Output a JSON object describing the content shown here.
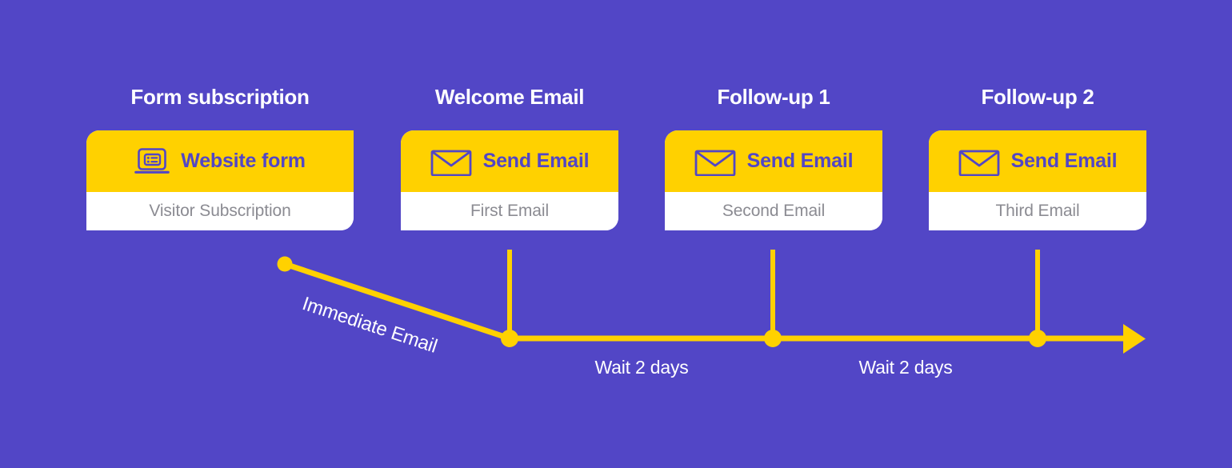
{
  "theme": {
    "background_color": "#5246C6",
    "accent_color": "#FFD100",
    "card_body_color": "#FFFFFF",
    "heading_text_color": "#FFFFFF",
    "card_head_text_color": "#5246C6",
    "card_foot_text_color": "#8B8B92"
  },
  "stages": [
    {
      "title": "Form subscription",
      "action_label": "Website form",
      "detail_label": "Visitor Subscription",
      "icon": "laptop-form-icon"
    },
    {
      "title": "Welcome Email",
      "action_label": "Send Email",
      "detail_label": "First Email",
      "icon": "envelope-icon"
    },
    {
      "title": "Follow-up 1",
      "action_label": "Send Email",
      "detail_label": "Second Email",
      "icon": "envelope-icon"
    },
    {
      "title": "Follow-up 2",
      "action_label": "Send Email",
      "detail_label": "Third Email",
      "icon": "envelope-icon"
    }
  ],
  "timeline": {
    "immediate_label": "Immediate Email",
    "wait_labels": [
      "Wait 2 days",
      "Wait 2 days"
    ]
  }
}
